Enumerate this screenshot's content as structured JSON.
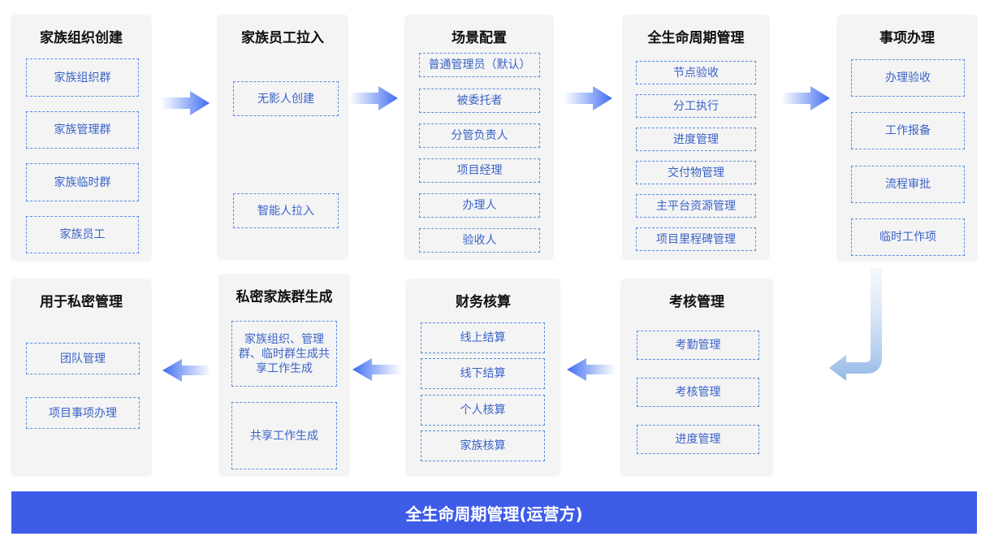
{
  "columns_top": [
    {
      "title": "家族组织创建",
      "items": [
        "家族组织群",
        "家族管理群",
        "家族临时群",
        "家族员工"
      ]
    },
    {
      "title": "家族员工拉入",
      "items": [
        "无影人创建",
        "智能人拉入"
      ]
    },
    {
      "title": "场景配置",
      "items": [
        "普通管理员（默认）",
        "被委托者",
        "分管负责人",
        "项目经理",
        "办理人",
        "验收人"
      ]
    },
    {
      "title": "全生命周期管理",
      "items": [
        "节点验收",
        "分工执行",
        "进度管理",
        "交付物管理",
        "主平台资源管理",
        "项目里程碑管理"
      ]
    },
    {
      "title": "事项办理",
      "items": [
        "办理验收",
        "工作报备",
        "流程审批",
        "临时工作项"
      ]
    }
  ],
  "columns_bottom": [
    {
      "title": "用于私密管理",
      "items": [
        "团队管理",
        "项目事项办理"
      ]
    },
    {
      "title": "私密家族群生成",
      "items": [
        "家族组织、管理群、临时群生成共享工作生成",
        "共享工作生成"
      ]
    },
    {
      "title": "财务核算",
      "items": [
        "线上结算",
        "线下结算",
        "个人核算",
        "家族核算"
      ]
    },
    {
      "title": "考核管理",
      "items": [
        "考勤管理",
        "考核管理",
        "进度管理"
      ]
    }
  ],
  "footer": {
    "label": "全生命周期管理(运营方)"
  },
  "colors": {
    "accent": "#3e5ce8",
    "item_text": "#3a63c8",
    "item_border": "#5b8fe0",
    "card_bg": "#f4f4f4"
  }
}
